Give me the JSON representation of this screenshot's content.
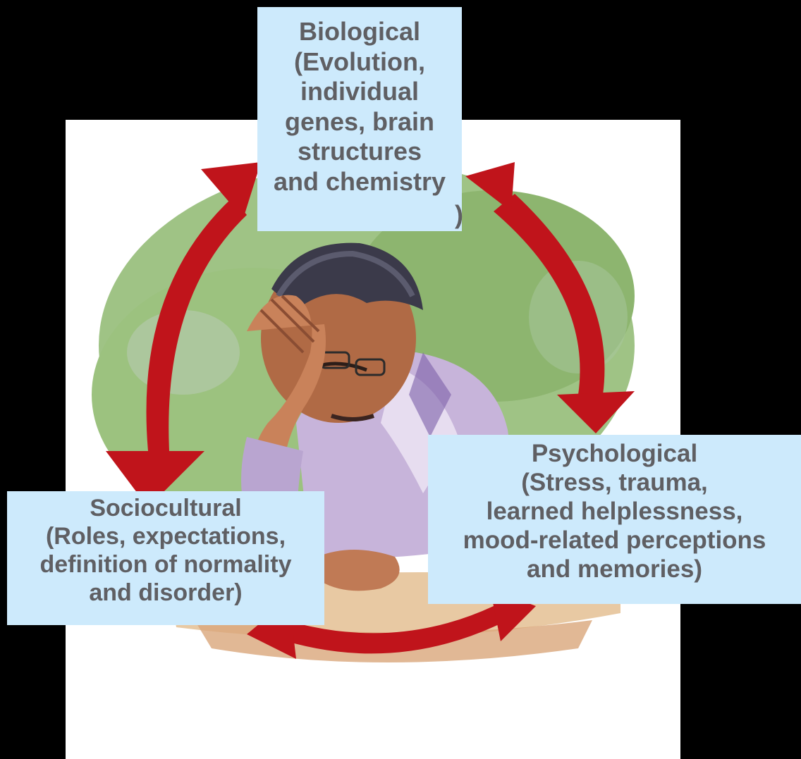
{
  "diagram": {
    "biological": {
      "lines": [
        "Biological",
        "(Evolution,",
        "individual",
        "genes, brain",
        "structures",
        "and chemistry",
        ")"
      ]
    },
    "psychological": {
      "lines": [
        "Psychological",
        "(Stress, trauma,",
        "learned helplessness,",
        "mood-related perceptions",
        "and memories)"
      ]
    },
    "sociocultural": {
      "lines": [
        "Sociocultural",
        "(Roles, expectations,",
        "definition of normality",
        "and disorder)"
      ]
    },
    "colors": {
      "background": "#000000",
      "label_fill": "#cdeafc",
      "label_text": "#5f5f63",
      "arrow": "#c0141b",
      "wash": "#8fb874"
    },
    "illustration": "man-holding-head-icon"
  }
}
